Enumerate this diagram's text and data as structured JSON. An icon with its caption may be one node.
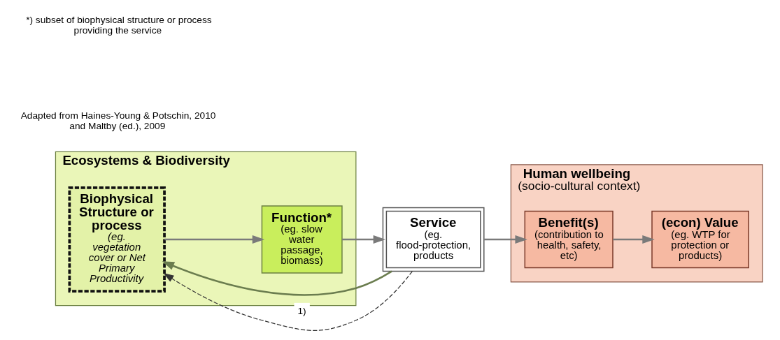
{
  "diagram": {
    "nodes": [
      {
        "text": [
          "Ecosystems & Biodiversity"
        ]
      },
      {
        "text": [
          "Biophysical Structure or process",
          "(eg. vegetation cover or Net Primary Productivity"
        ],
        "in": 0
      },
      {
        "text": [
          "Function*",
          "(eg. slow water passage, biomass)"
        ],
        "in": 0
      },
      {
        "text": [
          "Service",
          "(eg. flood-protection, products"
        ]
      },
      {
        "text": [
          "Human wellbeing",
          "(socio-cultural context)"
        ]
      },
      {
        "text": [
          "Benefit(s)",
          "(contribution to health, safety, etc)"
        ],
        "in": 4
      },
      {
        "text": [
          "(econ) Value",
          "(eg. WTP for protection or products)"
        ],
        "in": 4
      }
    ],
    "edges": [
      {
        "from": 1,
        "to": 2,
        "arrow": "to"
      },
      {
        "from": 2,
        "to": 3,
        "arrow": "to"
      },
      {
        "from": 3,
        "to": 5,
        "arrow": "to"
      },
      {
        "from": 5,
        "to": 6,
        "arrow": "to"
      },
      {
        "from": 3,
        "to": 1,
        "arrow": "to",
        "color": "#6b7d4f"
      },
      {
        "from": 3,
        "to": 1,
        "arrow": "to",
        "style": "dashed",
        "label": "1)",
        "color": "#333333"
      }
    ],
    "labels": [
      "*) subset of biophysical structure or process providing the service",
      "Adapted from Haines-Young & Potschin, 2010 and Maltby (ed.), 2009"
    ]
  }
}
